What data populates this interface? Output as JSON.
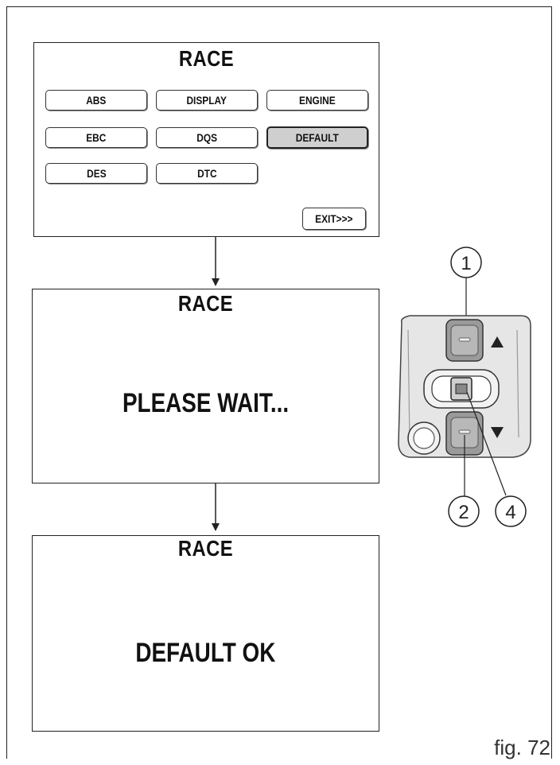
{
  "screens": [
    {
      "title": "RACE",
      "buttons": [
        {
          "label": "ABS",
          "selected": false
        },
        {
          "label": "DISPLAY",
          "selected": false
        },
        {
          "label": "ENGINE",
          "selected": false
        },
        {
          "label": "EBC",
          "selected": false
        },
        {
          "label": "DQS",
          "selected": false
        },
        {
          "label": "DEFAULT",
          "selected": true
        },
        {
          "label": "DES",
          "selected": false
        },
        {
          "label": "DTC",
          "selected": false
        }
      ],
      "exit_label": "EXIT>>>"
    },
    {
      "title": "RACE",
      "message": "PLEASE WAIT..."
    },
    {
      "title": "RACE",
      "message": "DEFAULT OK"
    }
  ],
  "callouts": [
    "1",
    "2",
    "4"
  ],
  "figure_caption": "fig. 72",
  "colors": {
    "line": "#222222",
    "selected_fill": "#cfcfcf",
    "switch_body": "#e6e6e6"
  }
}
